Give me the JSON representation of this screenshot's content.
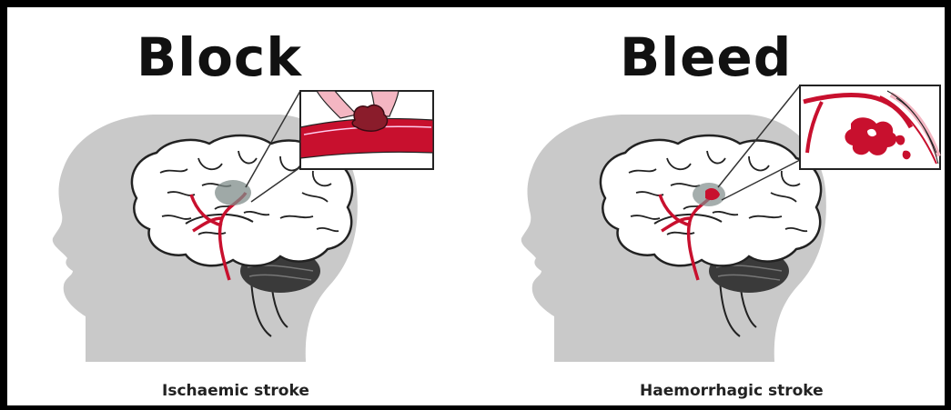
{
  "panels": [
    {
      "title": "Block",
      "caption": "Ischaemic stroke"
    },
    {
      "title": "Bleed",
      "caption": "Haemorrhagic stroke"
    }
  ],
  "colors": {
    "head": "#c8c8c8",
    "brain_fill": "#ffffff",
    "brain_outline": "#222222",
    "cerebellum": "#3a3a3a",
    "blood": "#c8102e",
    "vessel_pink": "#f4b6c2"
  },
  "icons": [
    "head-silhouette",
    "brain",
    "artery",
    "clot",
    "bleed-splash",
    "magnifier-inset"
  ]
}
